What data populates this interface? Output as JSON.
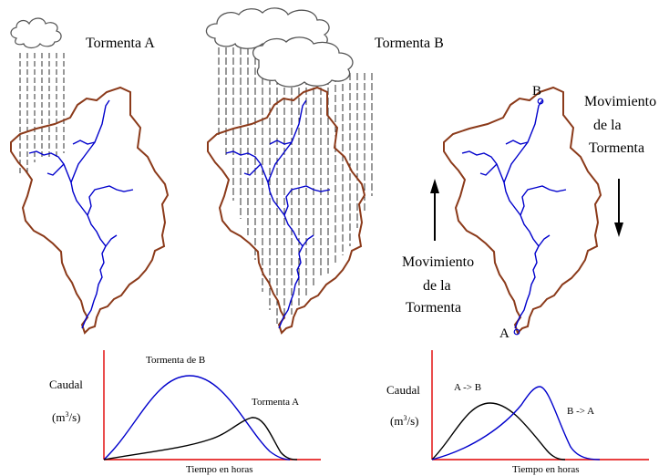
{
  "labels": {
    "storm_a": "Tormenta A",
    "storm_b": "Tormenta B",
    "point_b": "B",
    "point_a": "A",
    "move_right": [
      "Movimiento",
      "de la",
      "Tormenta"
    ],
    "move_left": [
      "Movimiento",
      "de la",
      "Tormenta"
    ]
  },
  "charts": {
    "left": {
      "ylabel_1": "Caudal",
      "ylabel_2": "(m",
      "ylabel_sup": "3",
      "ylabel_3": "/s)",
      "xlabel": "Tiempo en horas",
      "series": [
        {
          "name": "Tormenta de B",
          "color": "#0000cc"
        },
        {
          "name": "Tormenta A",
          "color": "#000000"
        }
      ]
    },
    "right": {
      "ylabel_1": "Caudal",
      "ylabel_2": "(m",
      "ylabel_sup": "3",
      "ylabel_3": "/s)",
      "xlabel": "Tiempo en horas",
      "series": [
        {
          "name": "A -> B",
          "color": "#000000"
        },
        {
          "name": "B -> A",
          "color": "#0000cc"
        }
      ]
    }
  },
  "colors": {
    "basin_outline": "#8b3a1a",
    "river": "#0000cc",
    "axis": "#e00000",
    "rain": "#000000"
  }
}
